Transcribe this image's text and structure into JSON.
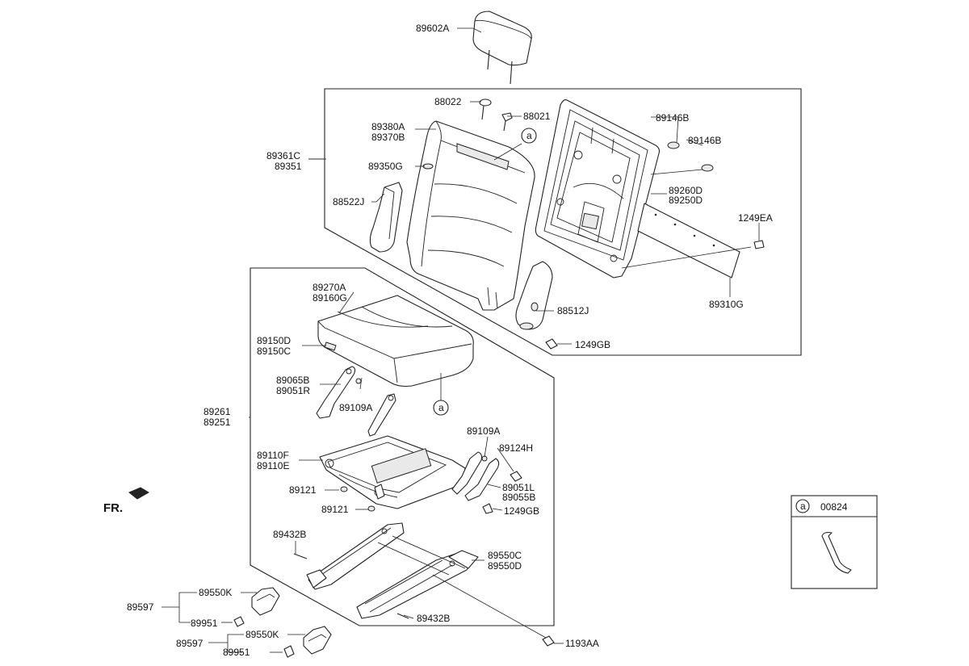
{
  "labels": {
    "headrest": "89602A",
    "back_frame_outer_1": "89361C",
    "back_frame_outer_2": "89351",
    "back_cover_1": "89380A",
    "back_cover_2": "89370B",
    "back_pad": "89350G",
    "back_side_cover_left": "88522J",
    "guide_1": "88022",
    "guide_2": "88021",
    "back_wire_1": "89146B",
    "back_wire_2": "89146B",
    "back_frame_1": "89260D",
    "back_frame_2": "89250D",
    "back_bolt": "1249EA",
    "back_board": "89310G",
    "back_side_cover_right": "88512J",
    "back_cover_bolt": "1249GB",
    "cushion_cover_1": "89270A",
    "cushion_cover_2": "89160G",
    "cushion_pad_1": "89150D",
    "cushion_pad_2": "89150C",
    "cushion_assy_1": "89261",
    "cushion_assy_2": "89251",
    "link_left_1": "89065B",
    "link_left_2": "89051R",
    "pin_left": "89109A",
    "pin_right": "89109A",
    "bushing": "89124H",
    "cushion_frame_1": "89110F",
    "cushion_frame_2": "89110E",
    "link_right_1": "89051L",
    "link_right_2": "89055B",
    "washer_1": "89121",
    "washer_2": "89121",
    "frame_bolt": "1249GB",
    "rivet_1": "89432B",
    "rivet_2": "89432B",
    "track_1": "89550C",
    "track_2": "89550D",
    "track_bolt": "1193AA",
    "leg_group_1": "89597",
    "leg_group_2": "89597",
    "leg_1": "89550K",
    "leg_2": "89550K",
    "cap_1": "89951",
    "cap_2": "89951",
    "front_marker": "FR.",
    "ref_circle": "a",
    "inset_part": "00824"
  }
}
